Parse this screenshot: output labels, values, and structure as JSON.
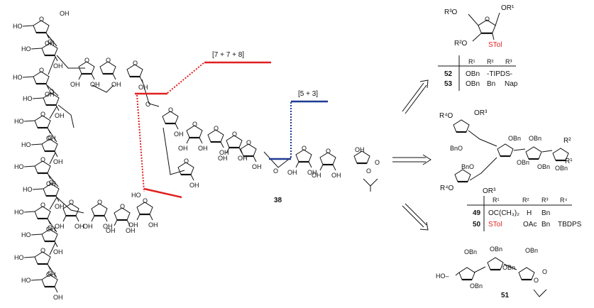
{
  "structure_labels": {
    "oh": "OH",
    "ho": "HO",
    "o": "O",
    "obn": "OBn",
    "bno": "BnO",
    "ho_dash": "HO–"
  },
  "disconnections": {
    "red": "[7 + 7 + 8]",
    "blue": "[5 + 3]",
    "red_color": "#e02020",
    "blue_color": "#1f3a93"
  },
  "compound_labels": {
    "target": "38",
    "tetramer": "51"
  },
  "top_block": {
    "r3o": "R³O",
    "or1": "OR¹",
    "r2o": "R²O",
    "stol": "STol",
    "table": {
      "headers": [
        "R¹",
        "R²",
        "R³"
      ],
      "rows": [
        {
          "num": "52",
          "r1": "OBn",
          "r23": "-TIPDS-"
        },
        {
          "num": "53",
          "r1": "OBn",
          "r2": "Bn",
          "r3": "Nap"
        }
      ]
    }
  },
  "mid_block": {
    "r4o": "R⁴O",
    "or3": "OR³",
    "r2": "R²",
    "r1": "R¹",
    "table": {
      "headers": [
        "R¹",
        "R²",
        "R³",
        "R⁴"
      ],
      "rows": [
        {
          "num": "49",
          "r1": "OC(CH₃)₂",
          "r2": "H",
          "r3": "Bn"
        },
        {
          "num": "50",
          "r1": "STol",
          "r2": "OAc",
          "r3": "Bn",
          "r4": "TBDPS"
        }
      ]
    }
  }
}
